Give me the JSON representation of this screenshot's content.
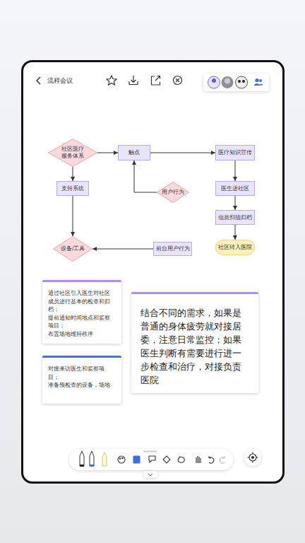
{
  "diagram": {
    "title": "流程会议",
    "nodes": [
      {
        "text": [
          "社区医疗 服务体系"
        ]
      },
      {
        "text": [
          "触点"
        ]
      },
      {
        "text": [
          "医疗知识宣传"
        ]
      },
      {
        "text": [
          "支持系统"
        ]
      },
      {
        "text": [
          "用户行为"
        ]
      },
      {
        "text": [
          "医生进社区"
        ]
      },
      {
        "text": [
          "信息扫描归档"
        ]
      },
      {
        "text": [
          "设备/工具"
        ]
      },
      {
        "text": [
          "前台用户行为"
        ]
      },
      {
        "text": [
          "社区转入医院"
        ]
      },
      {
        "text": [
          "通过社区引入医生对社区成员进行基本的检查和归档；",
          "提前通知时间地点和监察项目；",
          "布置场地维持秩序"
        ]
      },
      {
        "text": [
          "对接来访医生和监察项目；",
          "准备预检查的设备，场地"
        ]
      },
      {
        "text": [
          "结合不同的需求，如果是普通的身体疲劳就对接居委，注意日常监控；如果医生判断有需要进行进一步检查和治疗，对接负责医院"
        ]
      }
    ],
    "edges": [
      {
        "from": 0,
        "to": 1,
        "arrow": "to"
      },
      {
        "from": 1,
        "to": 2,
        "arrow": "to"
      },
      {
        "from": 0,
        "to": 3,
        "arrow": "to"
      },
      {
        "from": 3,
        "to": 7,
        "arrow": "to"
      },
      {
        "from": 4,
        "to": 1,
        "arrow": "to"
      },
      {
        "from": 2,
        "to": 5,
        "arrow": "to"
      },
      {
        "from": 5,
        "to": 6,
        "arrow": "to"
      },
      {
        "from": 6,
        "to": 9,
        "arrow": "to"
      },
      {
        "from": 8,
        "to": 7,
        "arrow": "to"
      }
    ]
  }
}
